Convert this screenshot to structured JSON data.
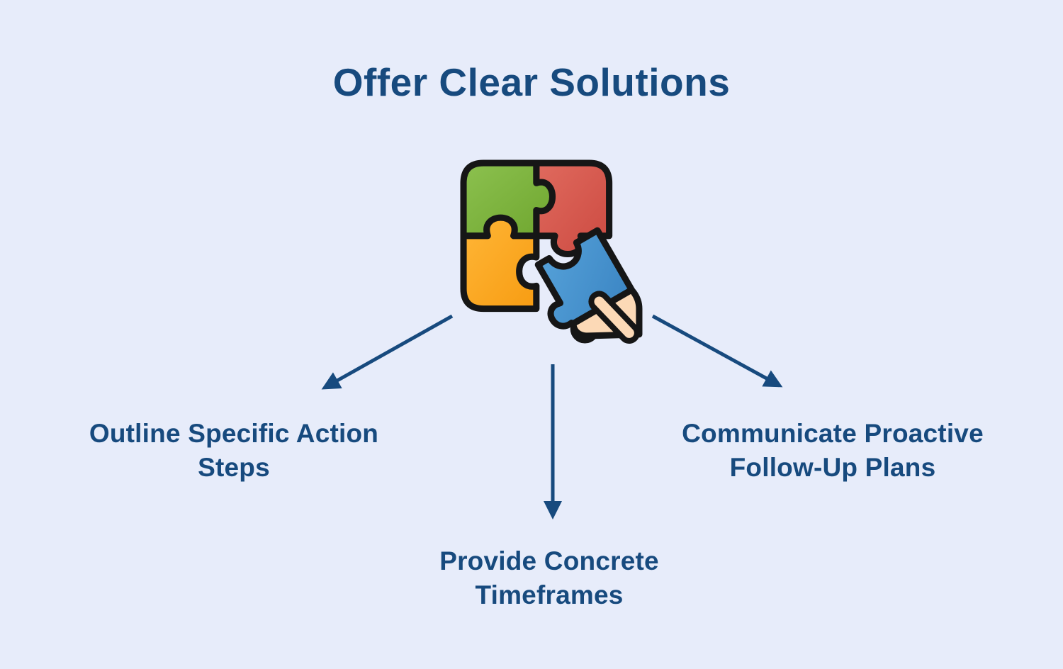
{
  "page": {
    "background_color": "#e7ecfa",
    "accent_color": "#174a7e"
  },
  "title": "Offer Clear Solutions",
  "center_icon": {
    "name": "puzzle-pieces-in-hand",
    "description": "four jigsaw pieces, hand placing blue piece",
    "colors": {
      "green_piece": "#7cb342",
      "red_piece": "#d9534b",
      "yellow_piece": "#fdaa23",
      "blue_piece": "#4493d0",
      "hand_skin": "#fcd9b6",
      "outline": "#161616"
    }
  },
  "arrows": {
    "color": "#174a7e",
    "directions": [
      "down-left",
      "down",
      "down-right"
    ]
  },
  "branches": [
    {
      "id": "outline-specific-action-steps",
      "label": "Outline Specific Action Steps",
      "lines": [
        "Outline Specific Action",
        "Steps"
      ]
    },
    {
      "id": "provide-concrete-timeframes",
      "label": "Provide Concrete Timeframes",
      "lines": [
        "Provide Concrete",
        "Timeframes"
      ]
    },
    {
      "id": "communicate-proactive-follow-up-plans",
      "label": "Communicate Proactive Follow-Up Plans",
      "lines": [
        "Communicate Proactive",
        "Follow-Up Plans"
      ]
    }
  ]
}
